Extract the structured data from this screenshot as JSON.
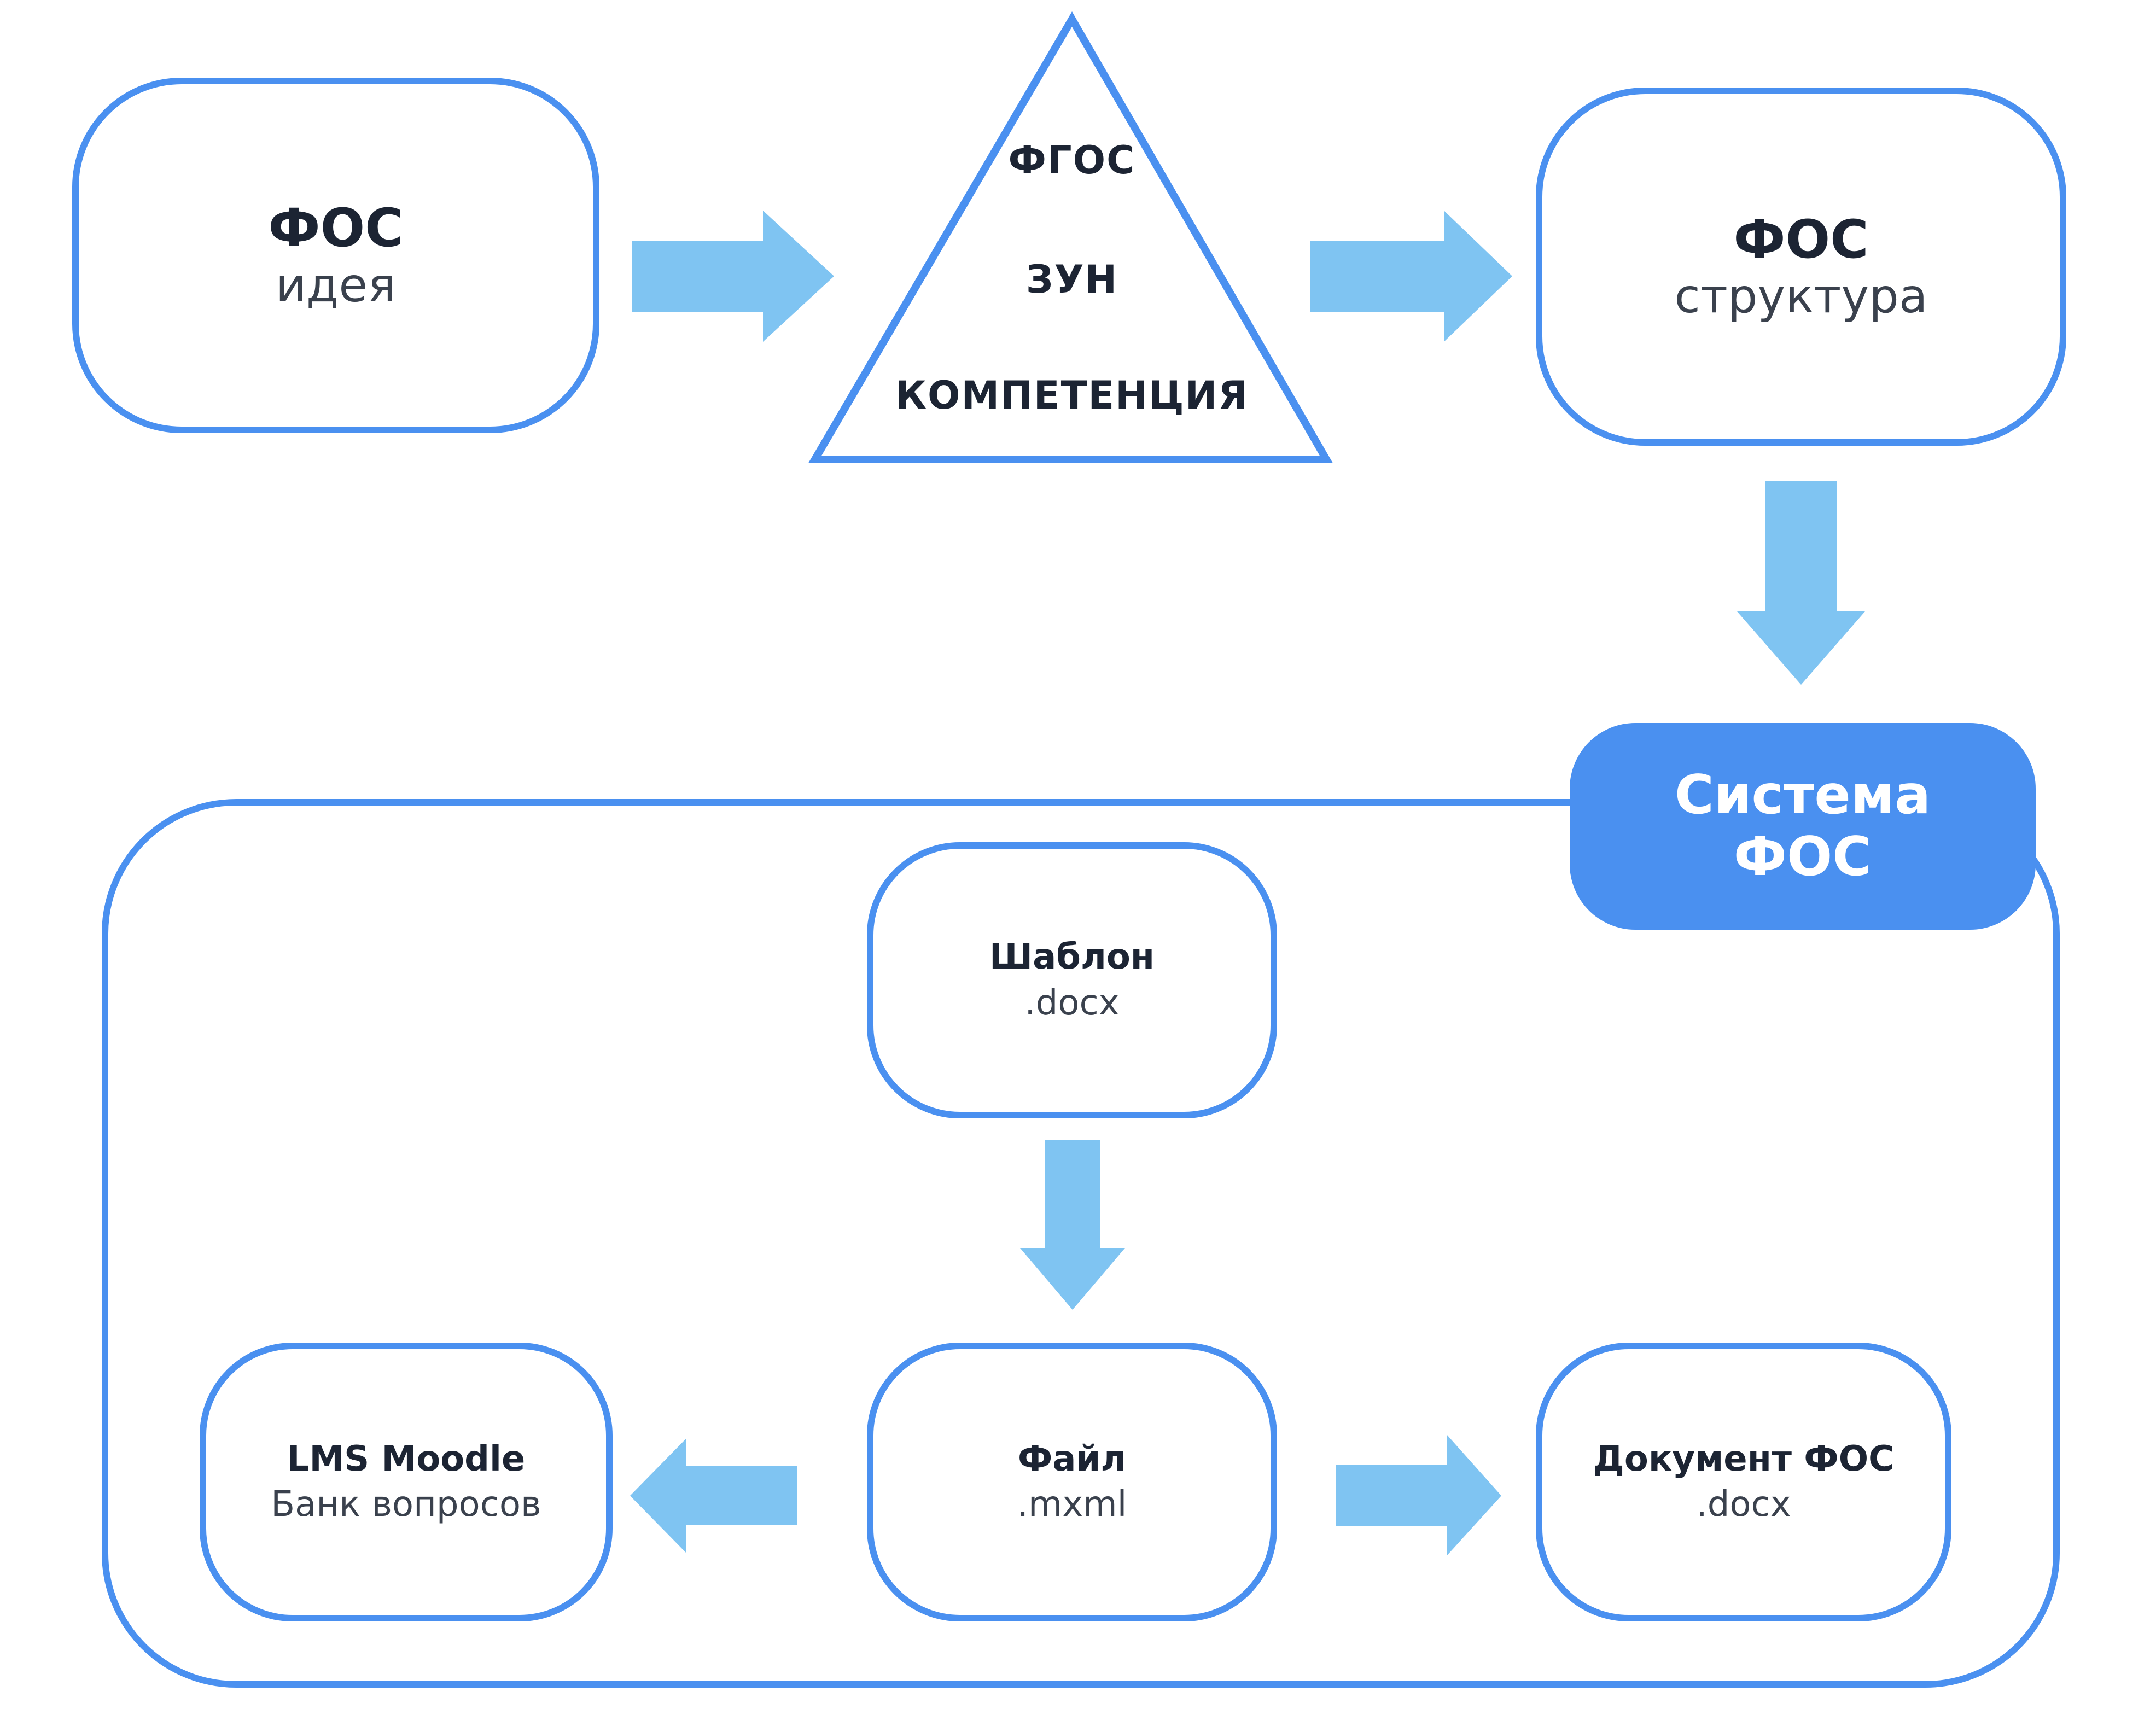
{
  "colors": {
    "border": "#4a90f0",
    "arrow": "#7fc4f2",
    "badge_bg": "#4a90f0",
    "text": "#1c2433"
  },
  "nodes": {
    "idea": {
      "title": "ФОС",
      "subtitle": "идея"
    },
    "triangle": {
      "line1": "ФГОС",
      "line2": "ЗУН",
      "line3": "КОМПЕТЕНЦИЯ"
    },
    "structure": {
      "title": "ФОС",
      "subtitle": "структура"
    },
    "system": {
      "line1": "Система",
      "line2": "ФОС"
    },
    "template": {
      "title": "Шаблон",
      "subtitle": ".docx"
    },
    "file": {
      "title": "Файл",
      "subtitle": ".mxml"
    },
    "moodle": {
      "title": "LMS Moodle",
      "subtitle": "Банк вопросов"
    },
    "document": {
      "title": "Документ ФОС",
      "subtitle": ".docx"
    }
  }
}
